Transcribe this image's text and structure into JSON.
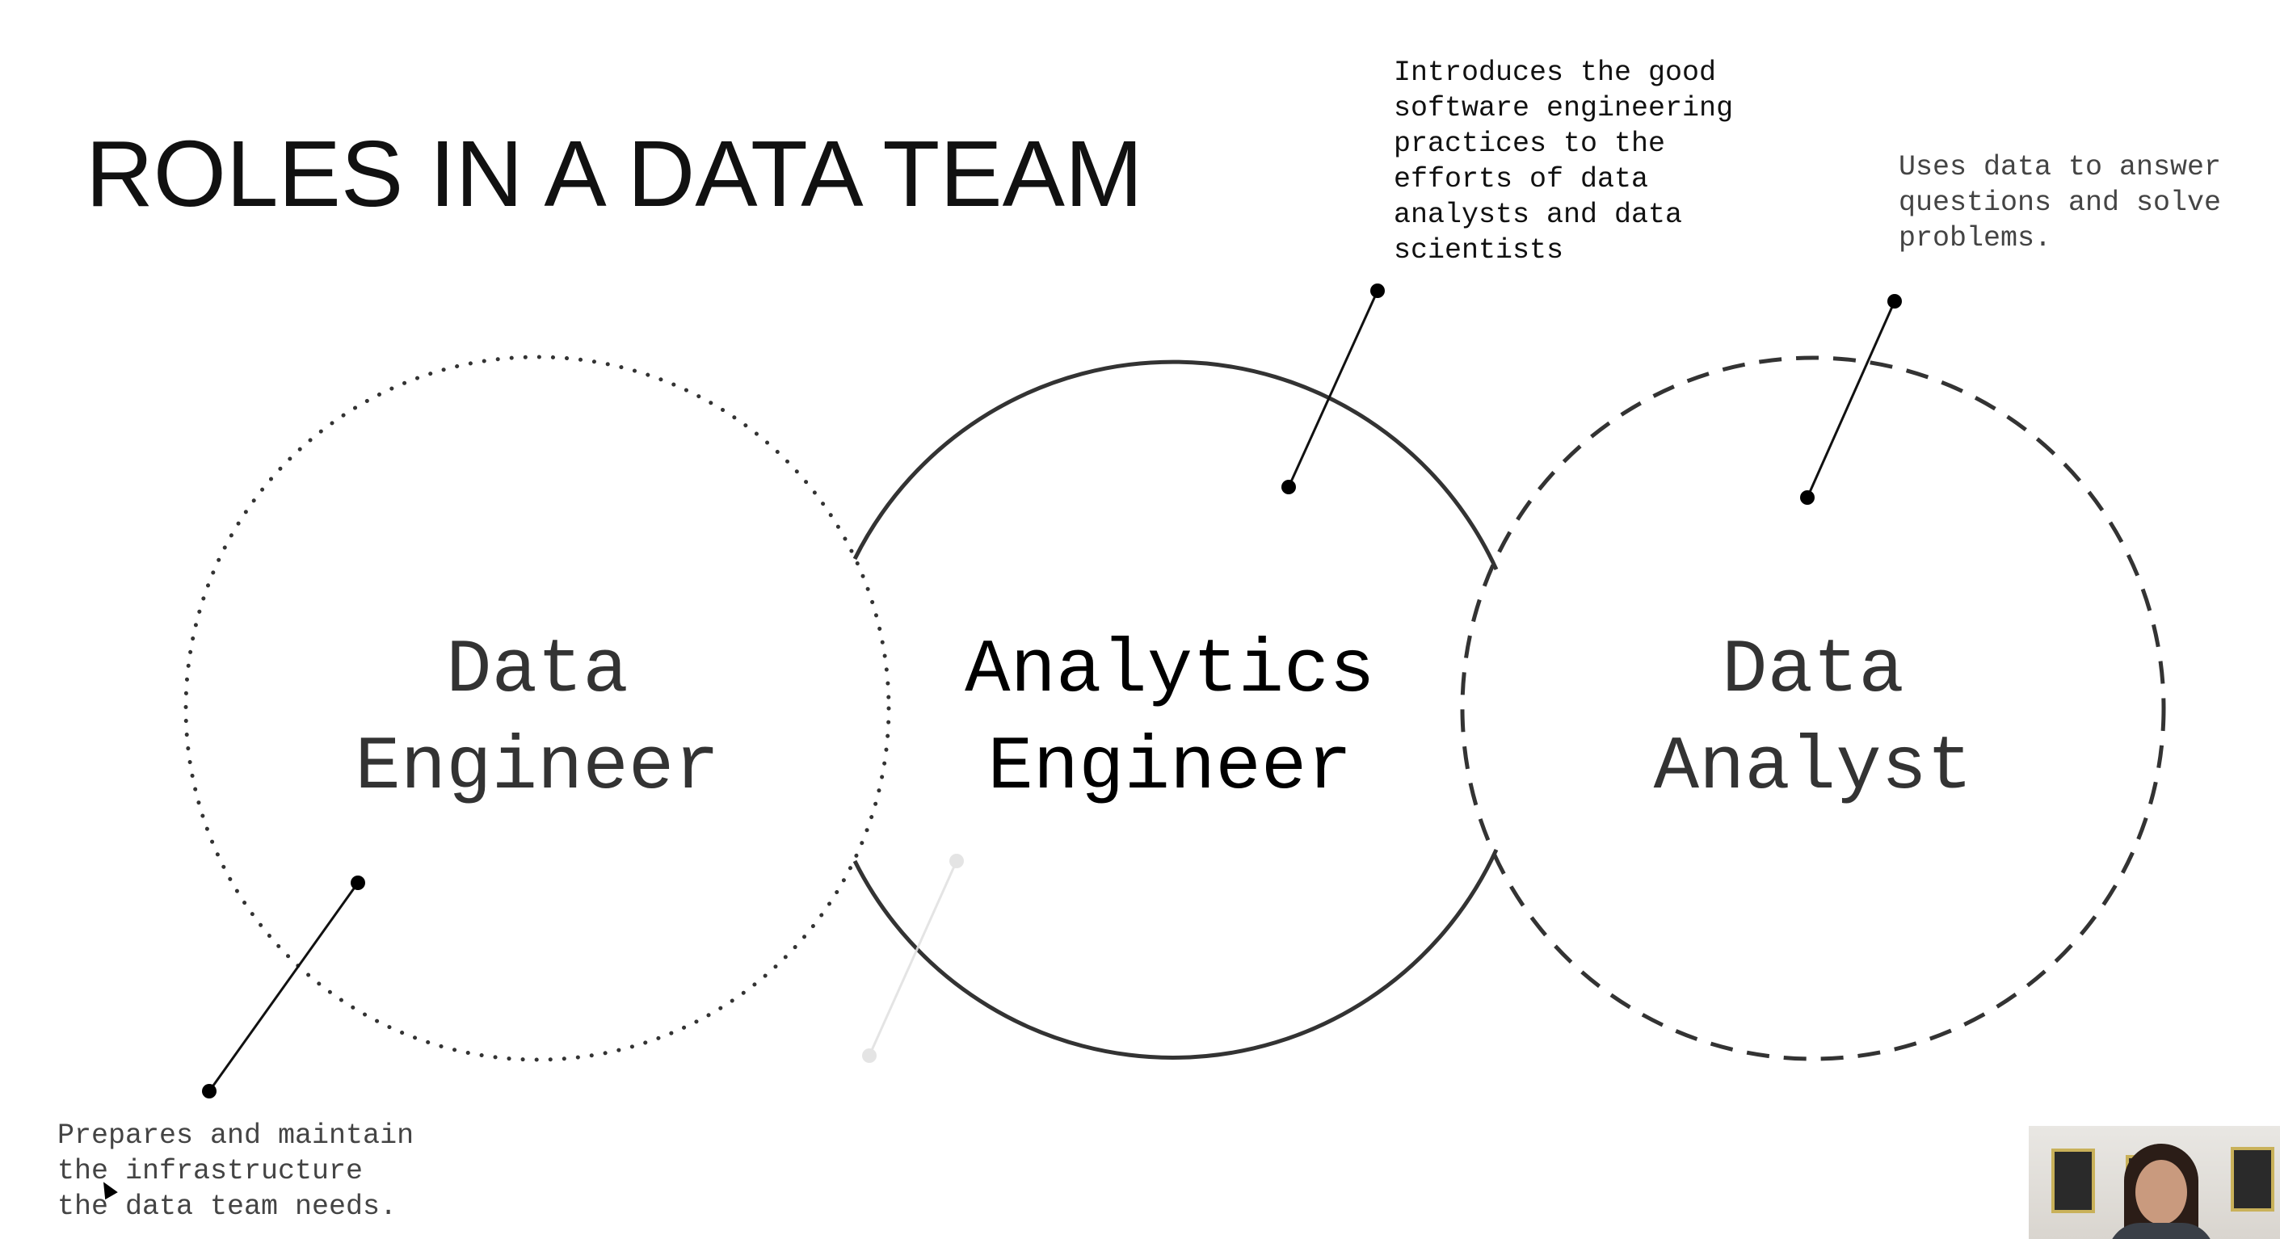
{
  "slide": {
    "title": "ROLES IN A DATA TEAM"
  },
  "roles": [
    {
      "id": "data-engineer",
      "line1": "Data",
      "line2": "Engineer",
      "border_style": "dotted",
      "description": "Prepares and maintain\nthe infrastructure\nthe data team needs."
    },
    {
      "id": "analytics-engineer",
      "line1": "Analytics",
      "line2": "Engineer",
      "border_style": "solid",
      "description": "Introduces the good\nsoftware engineering\npractices to the\nefforts of data\nanalysts and data\nscientists"
    },
    {
      "id": "data-analyst",
      "line1": "Data",
      "line2": "Analyst",
      "border_style": "dashed",
      "description": "Uses data to answer\nquestions and solve\nproblems."
    }
  ],
  "colors": {
    "circle_stroke": "#333333",
    "callout_line": "#111111",
    "faded_callout": "#e2e2e2",
    "background": "#ffffff"
  },
  "icons": {
    "callout_dot": "filled-circle",
    "cursor": "mouse-pointer-icon"
  }
}
